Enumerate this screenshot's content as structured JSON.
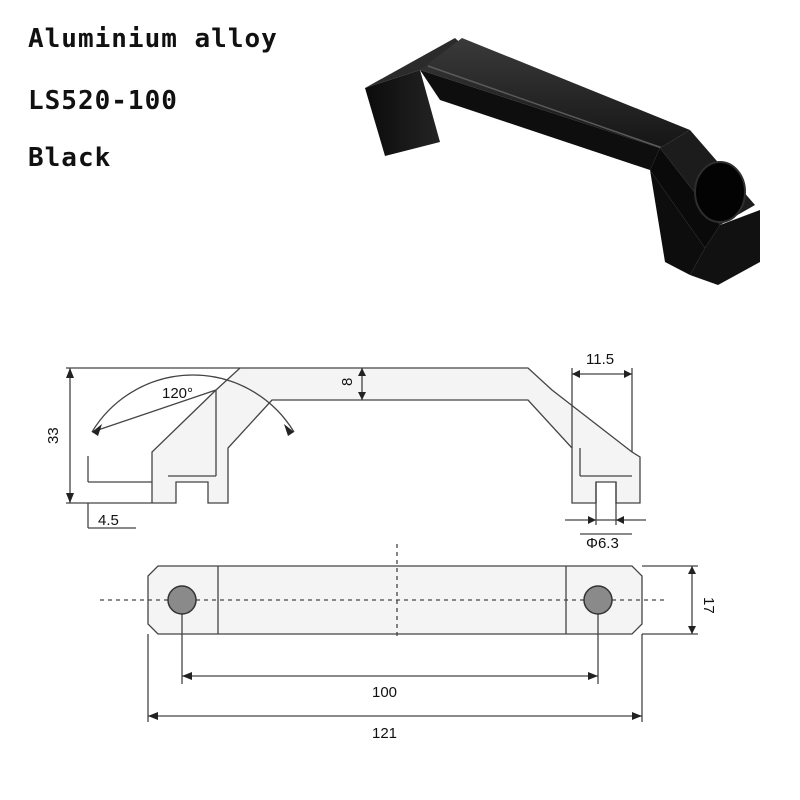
{
  "product": {
    "material": "Aluminium alloy",
    "model": "LS520-100",
    "color": "Black"
  },
  "dimensions": {
    "height": "33",
    "grip_thickness": "8",
    "angle": "120°",
    "foot_width": "11.5",
    "counterbore_depth": "4.5",
    "hole_diameter": "Φ6.3",
    "width": "17",
    "hole_spacing": "100",
    "overall_length": "121"
  },
  "colors": {
    "handle": "#141414",
    "drawing_line": "#444444",
    "hole_fill": "#8a8a8a"
  }
}
